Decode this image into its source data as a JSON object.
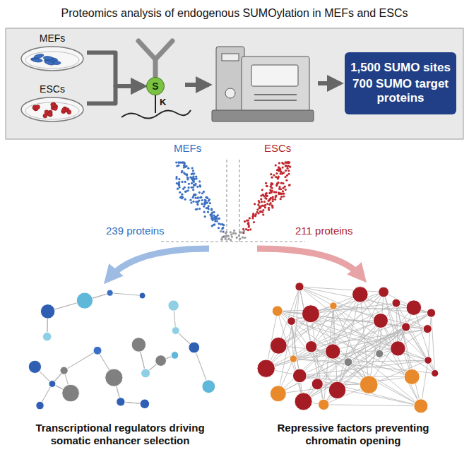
{
  "diagram": {
    "title": "Proteomics analysis of endogenous SUMOylation in MEFs and ESCs",
    "nodes": [
      {
        "text": [
          "MEFs"
        ]
      },
      {
        "text": [
          "ESCs"
        ]
      },
      {
        "text": [
          "S"
        ]
      },
      {
        "text": [
          "1,500 SUMO sites",
          "700 SUMO target proteins"
        ]
      }
    ],
    "edges": [
      {
        "from": 0,
        "to": 2,
        "arrow": "to"
      },
      {
        "from": 1,
        "to": 2,
        "arrow": "to"
      }
    ],
    "labels": [
      "K",
      "MEFs",
      "ESCs",
      "239 proteins",
      "211 proteins",
      "Transcriptional regulators driving somatic enhancer selection",
      "Repressive factors preventing chromatin opening"
    ]
  }
}
